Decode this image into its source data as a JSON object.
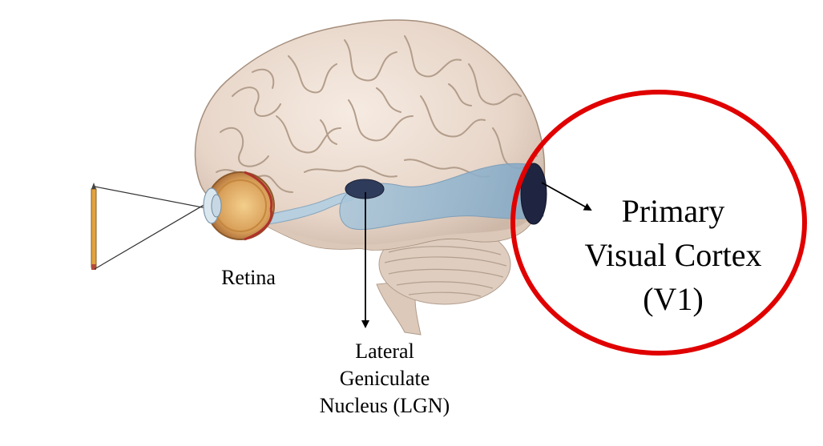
{
  "labels": {
    "retina": "Retina",
    "lgn": [
      "Lateral",
      "Geniculate",
      "Nucleus (LGN)"
    ],
    "v1": [
      "Primary",
      "Visual Cortex",
      "(V1)"
    ]
  },
  "colors": {
    "highlight_circle": "#e00000",
    "visual_pathway": "#8fb3cf",
    "lgn_nucleus": "#2f3b5a",
    "v1_region": "#1f2540",
    "brain": "#ecdcd0",
    "brain_fold": "#b9a392",
    "cerebellum": "#dccabc",
    "arrow": "#000000"
  }
}
